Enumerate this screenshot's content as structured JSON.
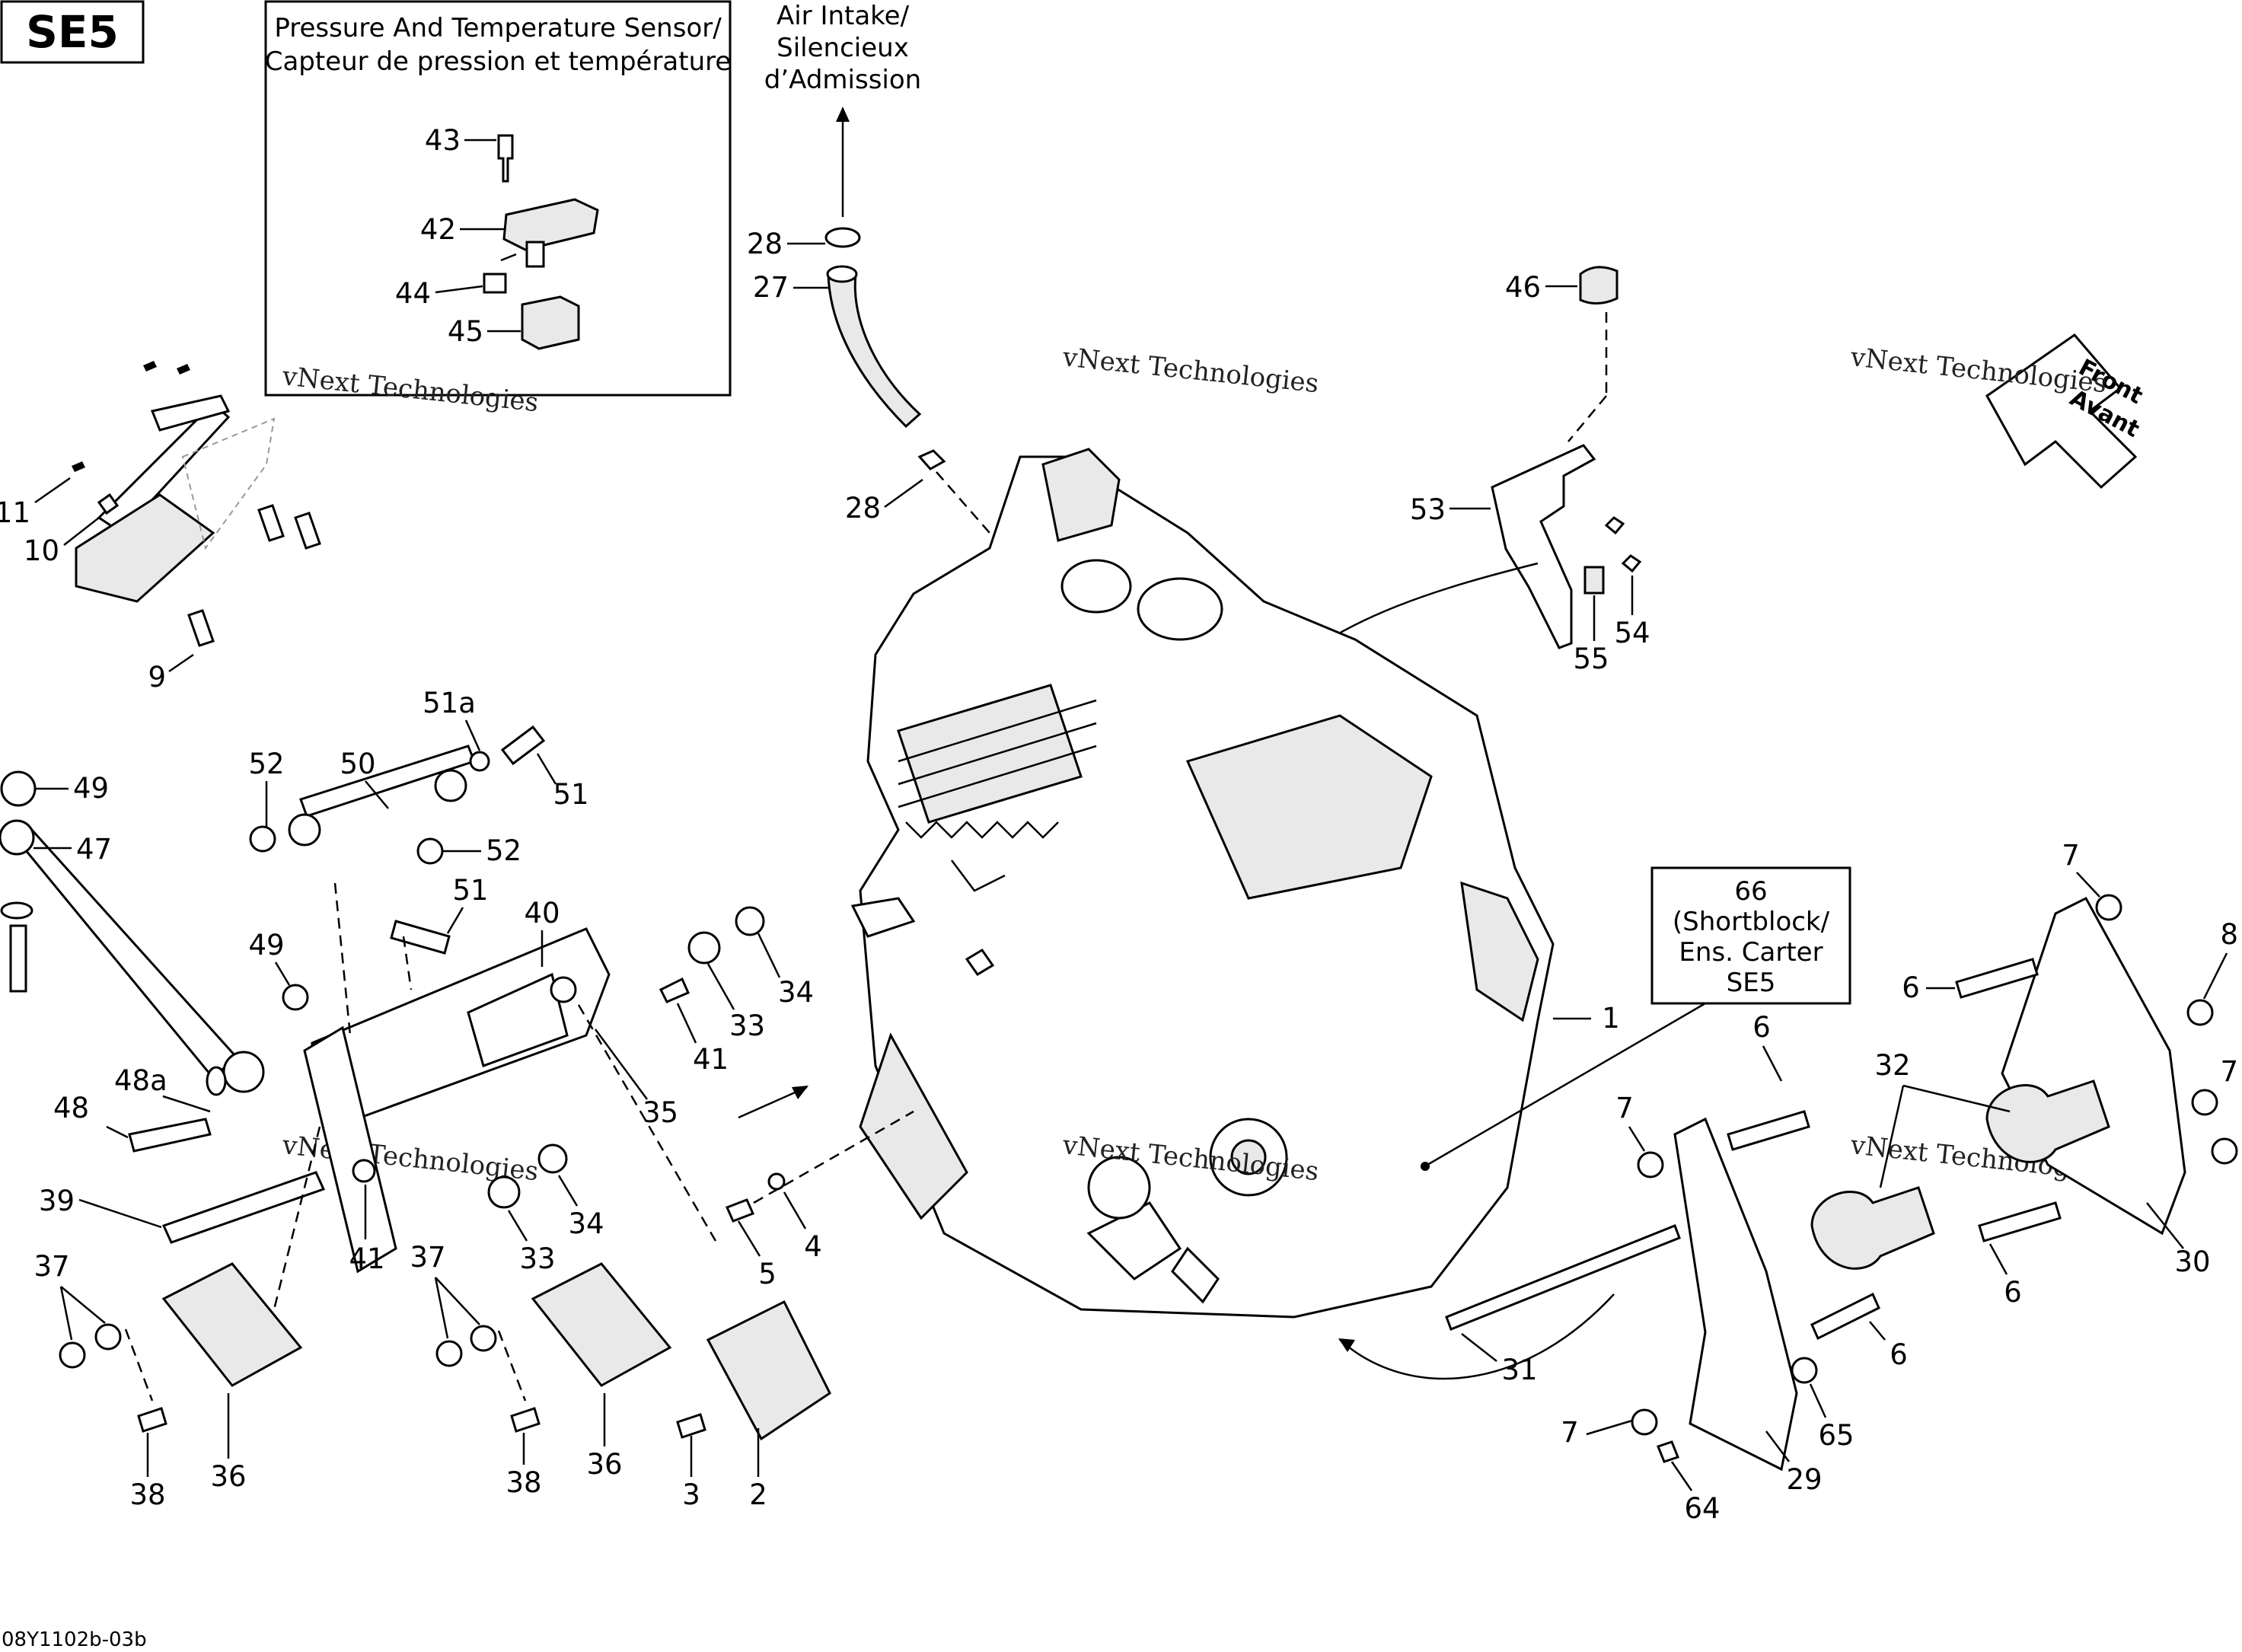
{
  "diagram_code": "SE5",
  "footer_code": "08Y1102b-03b",
  "inset": {
    "title_en": "Pressure And Temperature Sensor/",
    "title_fr": "Capteur de pression et température"
  },
  "air_intake": {
    "line1": "Air Intake/",
    "line2": "Silencieux",
    "line3": "d’Admission"
  },
  "shortblock": {
    "line1": "66",
    "line2": "(Shortblock/",
    "line3": "Ens. Carter",
    "line4": "SE5"
  },
  "front_arrow": {
    "line1": "Front",
    "line2": "Avant"
  },
  "watermark": {
    "brand": "vNext Technologies",
    "outline1": "vNext",
    "outline2": "Technologies"
  },
  "callouts": [
    "43",
    "42",
    "44",
    "45",
    "28",
    "27",
    "28",
    "46",
    "11",
    "10",
    "9",
    "53",
    "54",
    "55",
    "51a",
    "52",
    "50",
    "51",
    "49",
    "52",
    "47",
    "51",
    "40",
    "49",
    "34",
    "33",
    "41",
    "48a",
    "48",
    "39",
    "35",
    "41",
    "33",
    "34",
    "1",
    "66",
    "7",
    "6",
    "8",
    "32",
    "6",
    "7",
    "7",
    "30",
    "6",
    "4",
    "5",
    "31",
    "6",
    "37",
    "37",
    "38",
    "36",
    "38",
    "36",
    "3",
    "2",
    "7",
    "65",
    "64",
    "29"
  ]
}
